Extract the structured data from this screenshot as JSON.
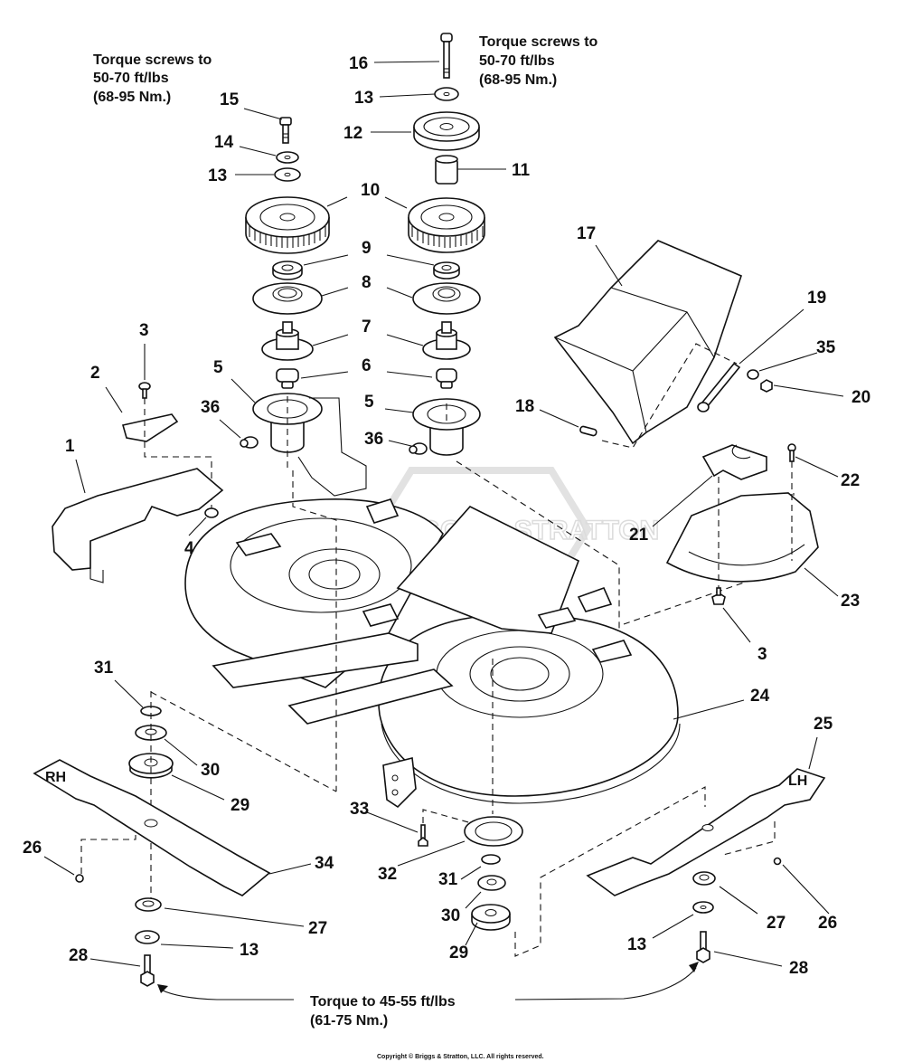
{
  "diagram": {
    "title": "Mower Deck Exploded Parts View",
    "watermark": "BRIGGS & STRATTON",
    "notes": {
      "top_left": [
        "Torque screws to",
        "50-70 ft/lbs",
        "(68-95 Nm.)"
      ],
      "top_right": [
        "Torque screws to",
        "50-70 ft/lbs",
        "(68-95 Nm.)"
      ],
      "bottom": [
        "Torque to 45-55 ft/lbs",
        "(61-75 Nm.)"
      ]
    },
    "copyright": "Copyright © Briggs & Stratton, LLC. All rights reserved.",
    "blade_labels": {
      "right": "RH",
      "left": "LH"
    },
    "callouts": [
      {
        "id": "c16",
        "text": "16"
      },
      {
        "id": "c13a",
        "text": "13"
      },
      {
        "id": "c12",
        "text": "12"
      },
      {
        "id": "c11",
        "text": "11"
      },
      {
        "id": "c15",
        "text": "15"
      },
      {
        "id": "c14",
        "text": "14"
      },
      {
        "id": "c13b",
        "text": "13"
      },
      {
        "id": "c10",
        "text": "10"
      },
      {
        "id": "c9",
        "text": "9"
      },
      {
        "id": "c8",
        "text": "8"
      },
      {
        "id": "c7",
        "text": "7"
      },
      {
        "id": "c6",
        "text": "6"
      },
      {
        "id": "c5a",
        "text": "5"
      },
      {
        "id": "c5b",
        "text": "5"
      },
      {
        "id": "c36a",
        "text": "36"
      },
      {
        "id": "c36b",
        "text": "36"
      },
      {
        "id": "c3a",
        "text": "3"
      },
      {
        "id": "c2",
        "text": "2"
      },
      {
        "id": "c1",
        "text": "1"
      },
      {
        "id": "c4",
        "text": "4"
      },
      {
        "id": "c17",
        "text": "17"
      },
      {
        "id": "c19",
        "text": "19"
      },
      {
        "id": "c35",
        "text": "35"
      },
      {
        "id": "c20",
        "text": "20"
      },
      {
        "id": "c18",
        "text": "18"
      },
      {
        "id": "c22",
        "text": "22"
      },
      {
        "id": "c21",
        "text": "21"
      },
      {
        "id": "c23",
        "text": "23"
      },
      {
        "id": "c3b",
        "text": "3"
      },
      {
        "id": "c24",
        "text": "24"
      },
      {
        "id": "c25",
        "text": "25"
      },
      {
        "id": "c31a",
        "text": "31"
      },
      {
        "id": "c30a",
        "text": "30"
      },
      {
        "id": "c29a",
        "text": "29"
      },
      {
        "id": "c26a",
        "text": "26"
      },
      {
        "id": "c34",
        "text": "34"
      },
      {
        "id": "c27a",
        "text": "27"
      },
      {
        "id": "c13c",
        "text": "13"
      },
      {
        "id": "c28a",
        "text": "28"
      },
      {
        "id": "c33",
        "text": "33"
      },
      {
        "id": "c32",
        "text": "32"
      },
      {
        "id": "c31b",
        "text": "31"
      },
      {
        "id": "c30b",
        "text": "30"
      },
      {
        "id": "c29b",
        "text": "29"
      },
      {
        "id": "c27b",
        "text": "27"
      },
      {
        "id": "c26b",
        "text": "26"
      },
      {
        "id": "c13d",
        "text": "13"
      },
      {
        "id": "c28b",
        "text": "28"
      }
    ]
  }
}
